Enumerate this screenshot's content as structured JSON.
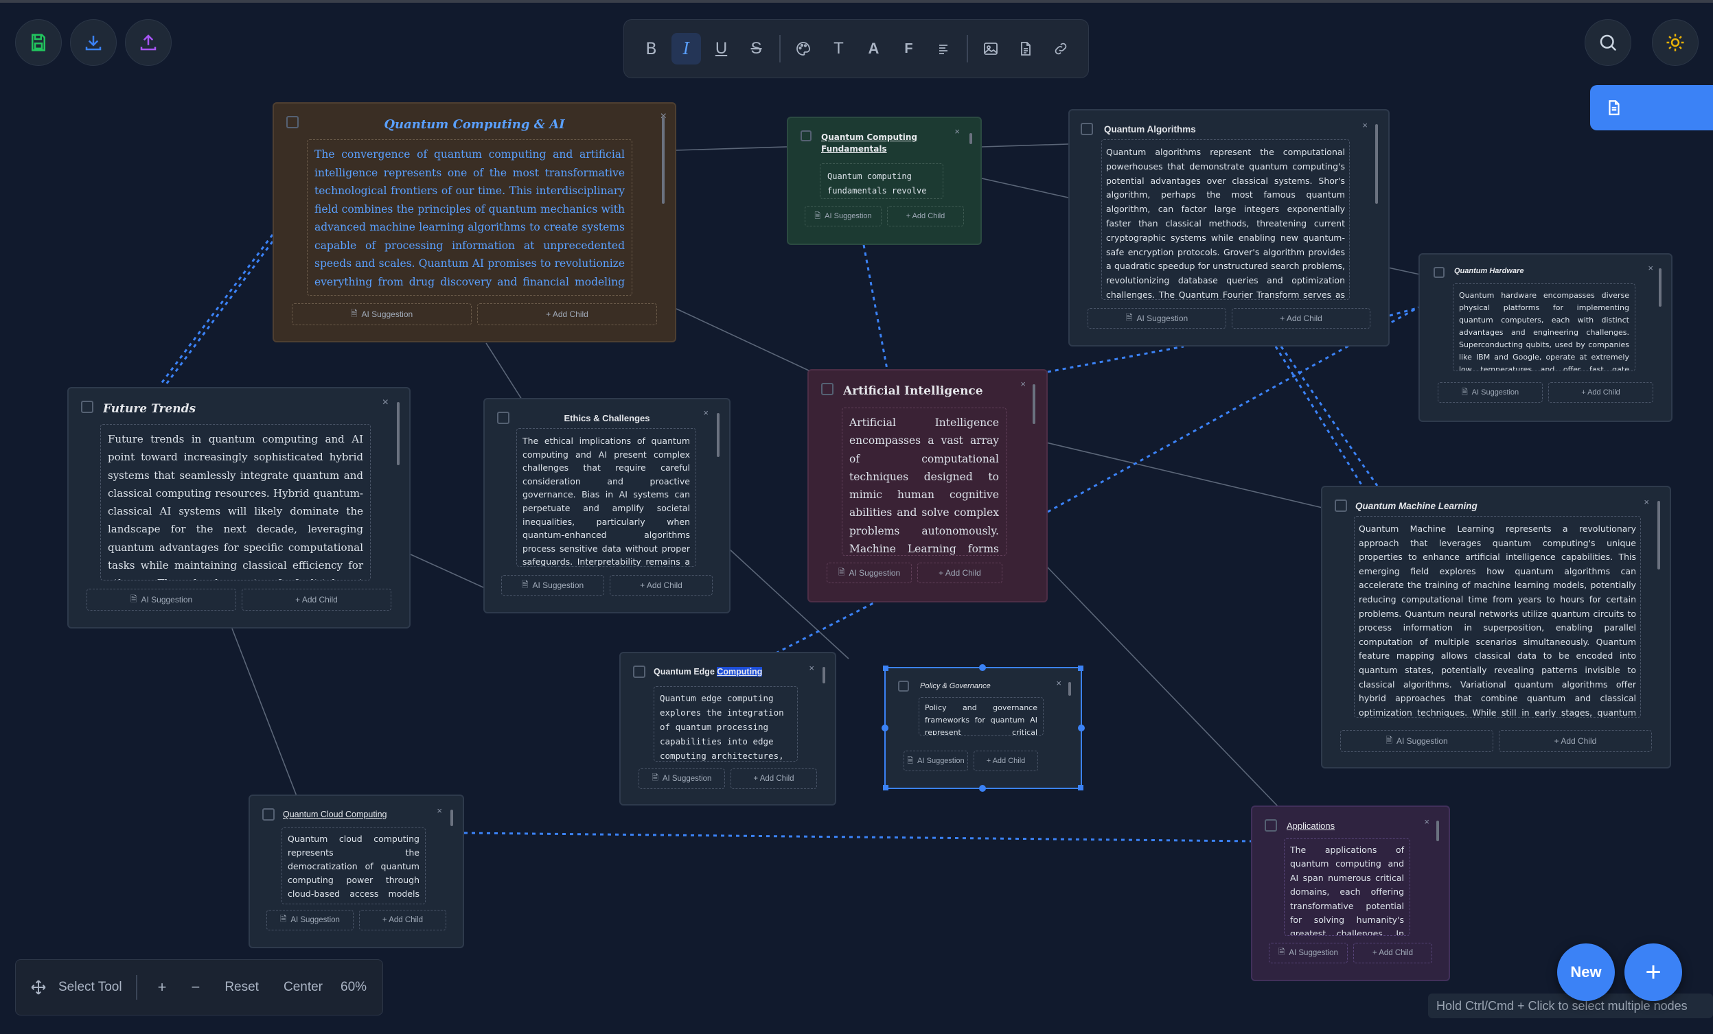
{
  "colors": {
    "accent": "#3b82f6",
    "save": "#22c55e",
    "upload": "#a855f7",
    "sun": "#eab308"
  },
  "toolbar": {
    "bold": "B",
    "italic": "I",
    "underline": "U",
    "strike": "S",
    "text": "T",
    "font_a": "A",
    "font_f": "F"
  },
  "nodes": [
    {
      "id": "qcai",
      "title": "Quantum Computing & AI",
      "body": "The convergence of quantum computing and artificial intelligence represents one of the most transformative technological frontiers of our time. This interdisciplinary field combines the principles of quantum mechanics with advanced machine learning algorithms to create systems capable of processing information at unprecedented speeds and scales. Quantum AI promises to revolutionize everything from drug discovery and financial modeling to climate simulation and cybersecurity. The fundamental challenge lies in harnessing quantum effects."
    },
    {
      "id": "qcf",
      "title": "Quantum Computing Fundamentals",
      "body": "Quantum computing fundamentals revolve around qubits."
    },
    {
      "id": "qalg",
      "title": "Quantum Algorithms",
      "body": "Quantum algorithms represent the computational powerhouses that demonstrate quantum computing's potential advantages over classical systems. Shor's algorithm, perhaps the most famous quantum algorithm, can factor large integers exponentially faster than classical methods, threatening current cryptographic systems while enabling new quantum-safe encryption protocols. Grover's algorithm provides a quadratic speedup for unstructured search problems, revolutionizing database queries and optimization challenges. The Quantum Fourier Transform serves as a fundamental building block."
    },
    {
      "id": "qhw",
      "title": "Quantum Hardware",
      "body": "Quantum hardware encompasses diverse physical platforms for implementing quantum computers, each with distinct advantages and engineering challenges. Superconducting qubits, used by companies like IBM and Google, operate at extremely low temperatures and offer fast gate operations with relatively good scalability."
    },
    {
      "id": "ft",
      "title": "Future Trends",
      "body": "Future trends in quantum computing and AI point toward increasingly sophisticated hybrid systems that seamlessly integrate quantum and classical computing resources. Hybrid quantum-classical AI systems will likely dominate the landscape for the next decade, leveraging quantum advantages for specific computational tasks while maintaining classical efficiency for others. The development of fault-tolerant quantum computers."
    },
    {
      "id": "ec",
      "title": "Ethics & Challenges",
      "body": "The ethical implications of quantum computing and AI present complex challenges that require careful consideration and proactive governance. Bias in AI systems can perpetuate and amplify societal inequalities, particularly when quantum-enhanced algorithms process sensitive data without proper safeguards. Interpretability remains a concern."
    },
    {
      "id": "ai",
      "title": "Artificial Intelligence",
      "body": "Artificial Intelligence encompasses a vast array of computational techniques designed to mimic human cognitive abilities and solve complex problems autonomously. Machine Learning forms the foundation, enabling systems to improve through experience."
    },
    {
      "id": "qml",
      "title": "Quantum Machine Learning",
      "body": "Quantum Machine Learning represents a revolutionary approach that leverages quantum computing's unique properties to enhance artificial intelligence capabilities. This emerging field explores how quantum algorithms can accelerate the training of machine learning models, potentially reducing computational time from years to hours for certain problems. Quantum neural networks utilize quantum circuits to process information in superposition, enabling parallel computation of multiple scenarios simultaneously. Quantum feature mapping allows classical data to be encoded into quantum states, potentially revealing patterns invisible to classical algorithms. Variational quantum algorithms offer hybrid approaches that combine quantum and classical optimization techniques. While still in early stages, quantum machine learning shows promise for applications in drug discovery, financial modeling."
    },
    {
      "id": "qec",
      "title_pre": "Quantum Edge ",
      "title_sel": "Computing",
      "body": "Quantum edge computing explores the integration of quantum processing capabilities into edge computing architectures, bringing quantum power closer to data sources."
    },
    {
      "id": "pg",
      "title": "Policy & Governance",
      "body": "Policy and governance frameworks for quantum AI represent critical infrastructure for ensuring responsible development."
    },
    {
      "id": "qcc",
      "title": "Quantum Cloud Computing",
      "body": "Quantum cloud computing represents the democratization of quantum computing power through cloud-based access models that enable broad adoption."
    },
    {
      "id": "app",
      "title": "Applications",
      "body": "The applications of quantum computing and AI span numerous critical domains, each offering transformative potential for solving humanity's greatest challenges. In drug discovery, quantum simulation."
    }
  ],
  "labels": {
    "ai_suggestion": "AI Suggestion",
    "add_child": "+ Add Child",
    "close": "×"
  },
  "zoom": {
    "select_tool": "Select Tool",
    "plus": "+",
    "minus": "−",
    "reset": "Reset",
    "center": "Center",
    "level": "60%"
  },
  "fab": {
    "new": "New",
    "add": "+"
  },
  "hint": "Hold Ctrl/Cmd + Click to select multiple nodes"
}
